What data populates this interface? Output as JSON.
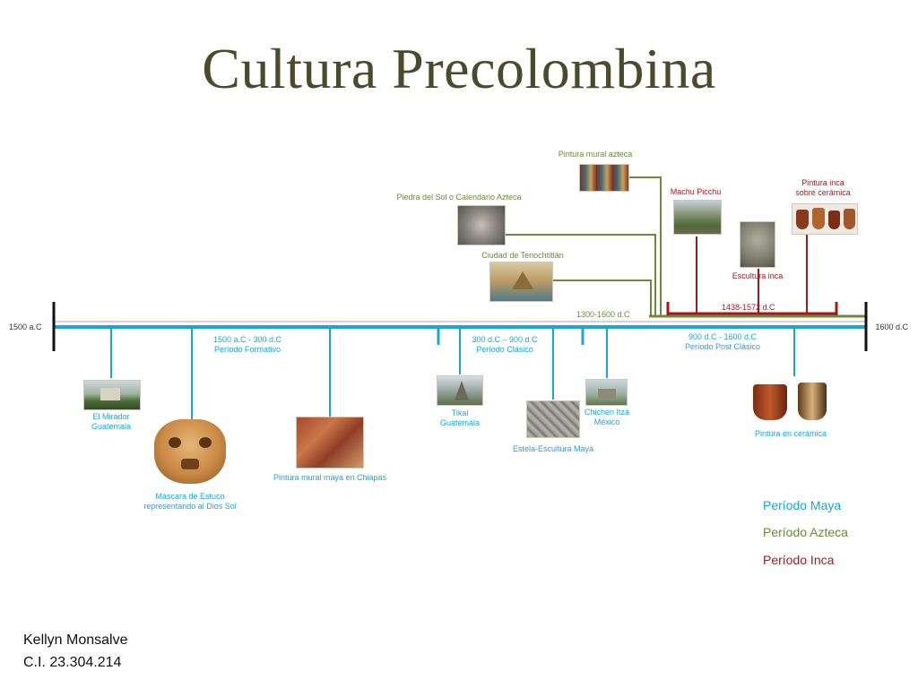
{
  "title": "Cultura Precolombina",
  "endpoints": {
    "start": "1500 a.C",
    "end": "1600 d.C"
  },
  "periods": [
    {
      "range": "1500 a.C - 300 d.C",
      "name": "Período Formativo"
    },
    {
      "range": "300 d.C – 900 d.C",
      "name": "Período Clásico"
    },
    {
      "range": "900 d.C - 1600 d.C",
      "name": "Período Post Clásico"
    }
  ],
  "ranges": {
    "azteca": "1300-1600 d.C",
    "inca": "1438-1572  d.C"
  },
  "maya_items": [
    {
      "line1": "El Mirador",
      "line2": "Guatemala"
    },
    {
      "line1": "Máscara de Estuco",
      "line2": "representando al Dios Sol"
    },
    {
      "line1": "Pintura mural maya en Chiapas"
    },
    {
      "line1": "Tikal",
      "line2": "Guatemala"
    },
    {
      "line1": "Estela-Escultura Maya"
    },
    {
      "line1": "Chichen Itzá",
      "line2": "México"
    },
    {
      "line1": "Pintura en cerámica"
    }
  ],
  "azteca_items": [
    {
      "line1": "Pintura mural azteca"
    },
    {
      "line1": "Piedra del Sol o Calendario  Azteca"
    },
    {
      "line1": "Ciudad de Tenochtitlán"
    }
  ],
  "inca_items": [
    {
      "line1": "Machu Picchu"
    },
    {
      "line1": "Escultura inca"
    },
    {
      "line1": "Pintura inca",
      "line2": "sobre cerámica"
    }
  ],
  "legend": {
    "maya": "Período Maya",
    "azteca": "Período Azteca",
    "inca": "Período Inca"
  },
  "author": {
    "name": "Kellyn Monsalve",
    "id": "C.I. 23.304.214"
  },
  "colors": {
    "maya": "#1aa6d8",
    "azteca": "#6c8a3a",
    "inca": "#a5191d",
    "title": "#4b4a2c"
  }
}
